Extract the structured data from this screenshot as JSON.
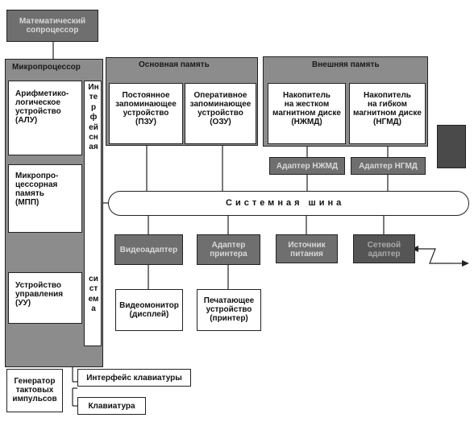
{
  "coprocessor": "Математический сопроцессор",
  "microprocessor": {
    "title": "Микропроцессор",
    "alu": "Арифметико-\nлогическое\nустройство\n(АЛУ)",
    "mpp": "Микропро-\nцессорная\nпамять\n(МПП)",
    "uu": "Устройство\nуправления\n(УУ)",
    "interface_vertical_1": "Интерфейсная",
    "interface_vertical_2": "система"
  },
  "main_memory": {
    "title": "Основная память",
    "rom": "Постоянное\nзапоминающее\nустройство\n(ПЗУ)",
    "ram": "Оперативное\nзапоминающее\nустройство\n(ОЗУ)"
  },
  "external_memory": {
    "title": "Внешняя память",
    "hdd": "Накопитель\nна жестком\nмагнитном диске\n(НЖМД)",
    "fdd": "Накопитель\nна гибком\nмагнитном диске\n(НГМД)",
    "hdd_controller": "Адаптер НЖМД",
    "fdd_controller": "Адаптер НГМД"
  },
  "system_bus": "Системная шина",
  "video_adapter": "Видеоадаптер",
  "printer_adapter": "Адаптер\nпринтера",
  "power_supply": "Источник\nпитания",
  "network_adapter": "Сетевой\nадаптер",
  "video_monitor": "Видеомонитор\n(дисплей)",
  "printer": "Печатающее\nустройство\n(принтер)",
  "clock_generator": "Генератор\nтактовых\nимпульсов",
  "keyboard_interface": "Интерфейс клавиатуры",
  "keyboard": "Клавиатура"
}
